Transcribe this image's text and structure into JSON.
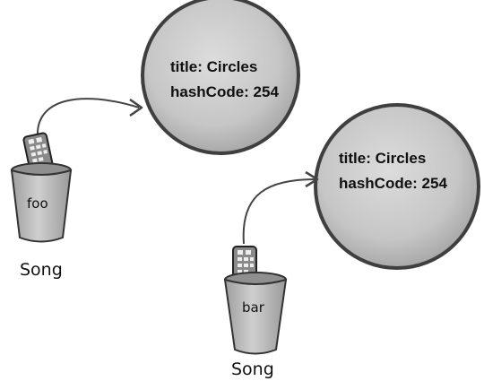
{
  "objects": [
    {
      "title_line": "title: Circles",
      "hash_line": "hashCode: 254"
    },
    {
      "title_line": "title: Circles",
      "hash_line": "hashCode: 254"
    }
  ],
  "references": [
    {
      "var_name": "foo",
      "type_name": "Song"
    },
    {
      "var_name": "bar",
      "type_name": "Song"
    }
  ],
  "colors": {
    "object_fill": "#c8c8c8",
    "object_stroke": "#4a4a4a",
    "cup_fill": "#bdbdbd",
    "remote_fill": "#8a8a8a",
    "arrow": "#444444"
  }
}
